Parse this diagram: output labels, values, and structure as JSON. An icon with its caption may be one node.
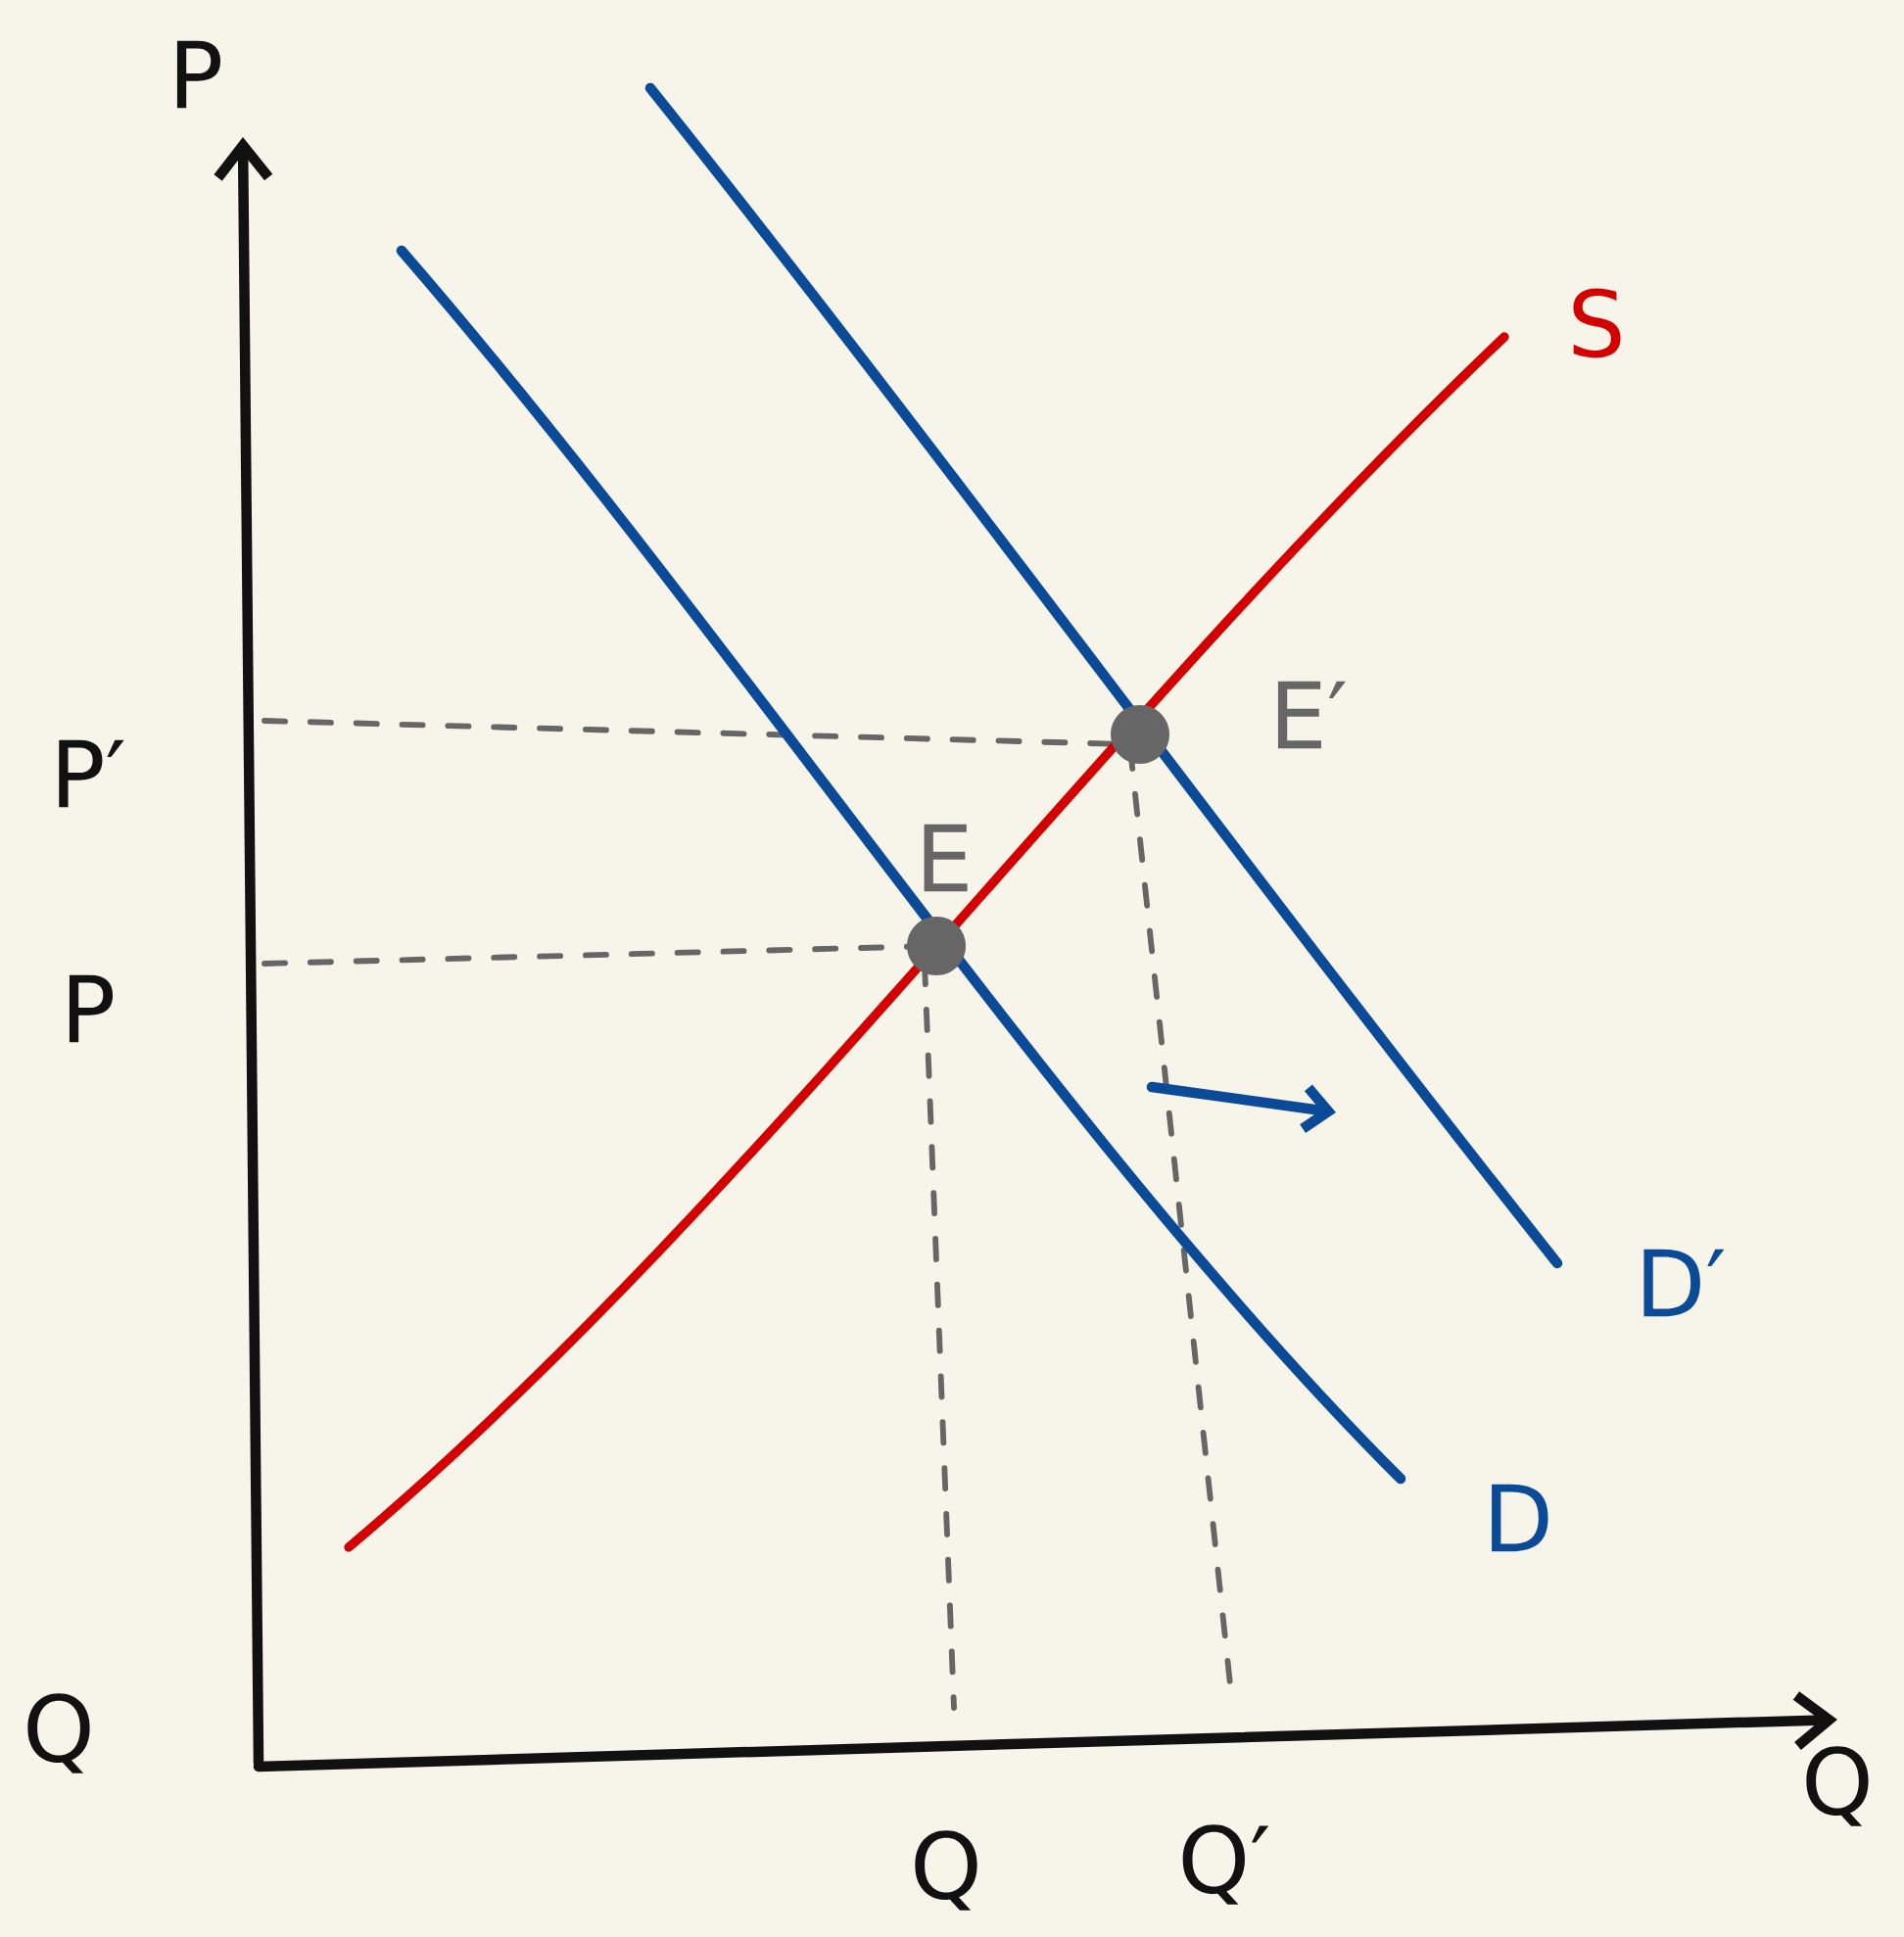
{
  "diagram": {
    "labels": [
      "P",
      "S",
      "P′",
      "E′",
      "E",
      "P",
      "D′",
      "D",
      "Q",
      "Q",
      "Q′",
      "Q"
    ]
  }
}
